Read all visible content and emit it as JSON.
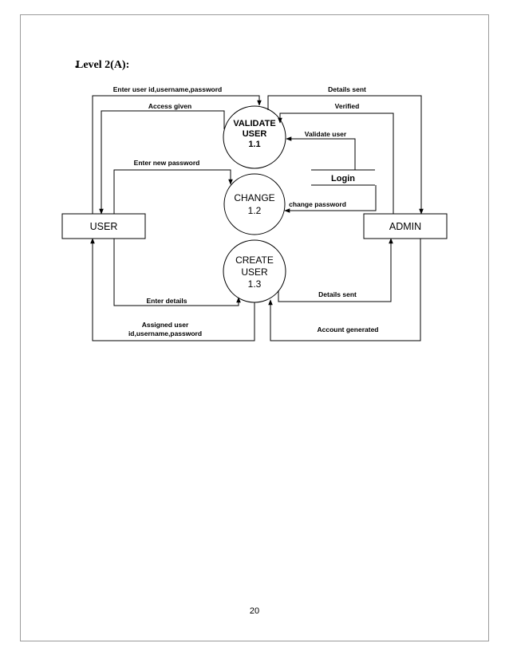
{
  "heading": {
    "bullet": "•",
    "text": "Level 2(A):"
  },
  "page_number": "20",
  "entities": {
    "user": "USER",
    "admin": "ADMIN"
  },
  "data_store": "Login",
  "processes": {
    "validate": {
      "line1": "VALIDATE",
      "line2": "USER",
      "line3": "1.1"
    },
    "change": {
      "line1": "CHANGE",
      "line2": "1.2"
    },
    "create": {
      "line1": "CREATE",
      "line2": "USER",
      "line3": "1.3"
    }
  },
  "flows": {
    "enter_user_id": "Enter user id,username,password",
    "details_sent_top": "Details sent",
    "access_given": "Access given",
    "verified": "Verified",
    "validate_user": "Validate user",
    "enter_new_password": "Enter new password",
    "change_password": "change password",
    "details_sent_bottom": "Details sent",
    "enter_details": "Enter details",
    "assigned_line1": "Assigned user",
    "assigned_line2": "id,username,password",
    "account_generated": "Account generated"
  }
}
